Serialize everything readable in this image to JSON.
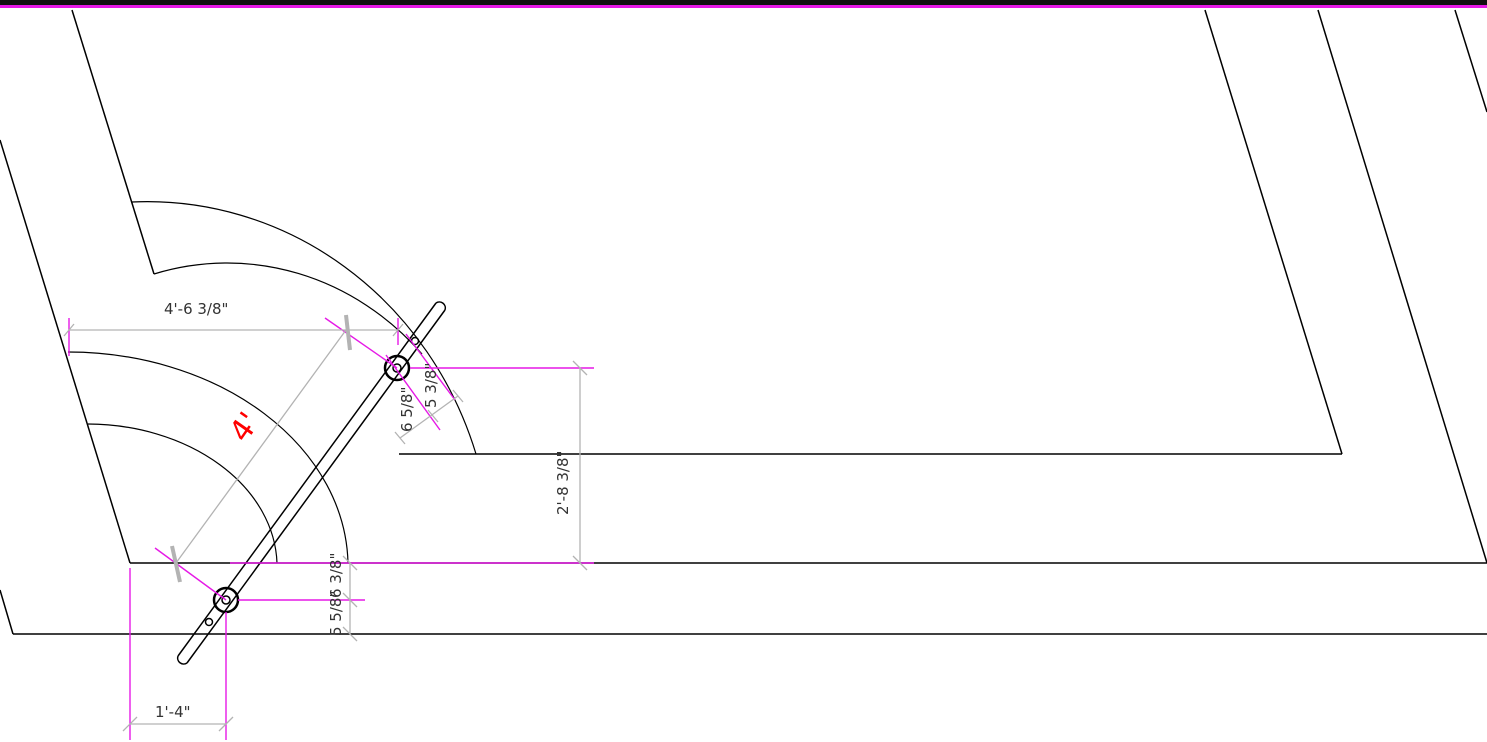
{
  "colors": {
    "line": "#000000",
    "dimension": "#b3b3b3",
    "extension": "#e619e6",
    "highlight": "#ff0000",
    "background": "#ffffff"
  },
  "dimensions": {
    "top_width": "4'-6 3/8\"",
    "diagonal": "4'",
    "vertical_rise": "2'-8 3/8\"",
    "upper_offset_a": "6 5/8\"",
    "upper_offset_b": "5 3/8\"",
    "lower_offset_a": "6 3/8\"",
    "lower_offset_b": "5 5/8\"",
    "bottom_offset": "1'-4\""
  }
}
